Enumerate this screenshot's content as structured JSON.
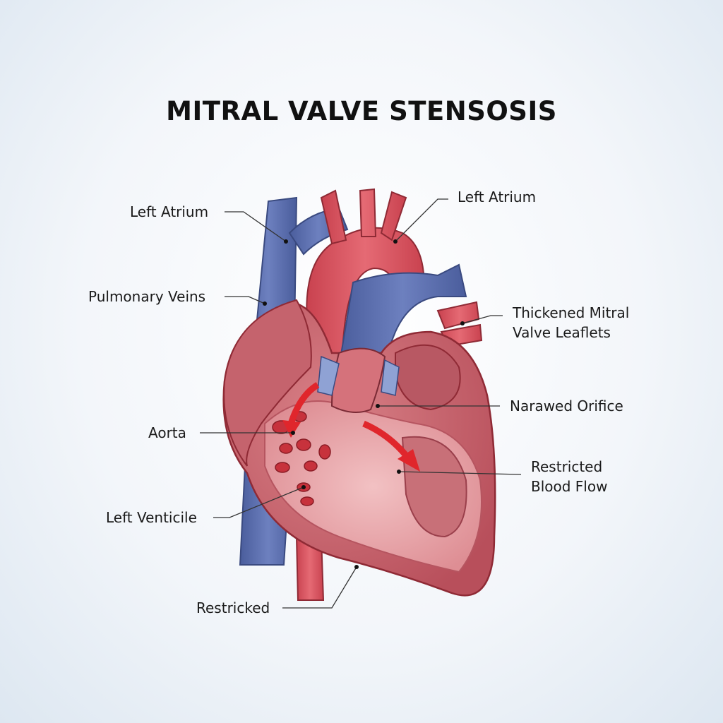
{
  "title": "MITRAL VALVE STENSOSIS",
  "labels": {
    "left_atrium_left": "Left Atrium",
    "pulmonary_veins": "Pulmonary Veins",
    "aorta": "Aorta",
    "left_venticile": "Left Venticile",
    "restricked": "Restricked",
    "left_atrium_right": "Left Atrium",
    "thickened_line1": "Thickened Mitral",
    "thickened_line2": "Valve Leaflets",
    "narawed_orifice": "Narawed Orifice",
    "restricted_line1": "Restricted",
    "restricted_line2": "Blood Flow"
  },
  "colors": {
    "vein_blue": "#5b6fae",
    "artery_red": "#d9525e",
    "muscle": "#c9606b",
    "chamber": "#e8a7ab",
    "flow_arrow": "#e0262c"
  }
}
